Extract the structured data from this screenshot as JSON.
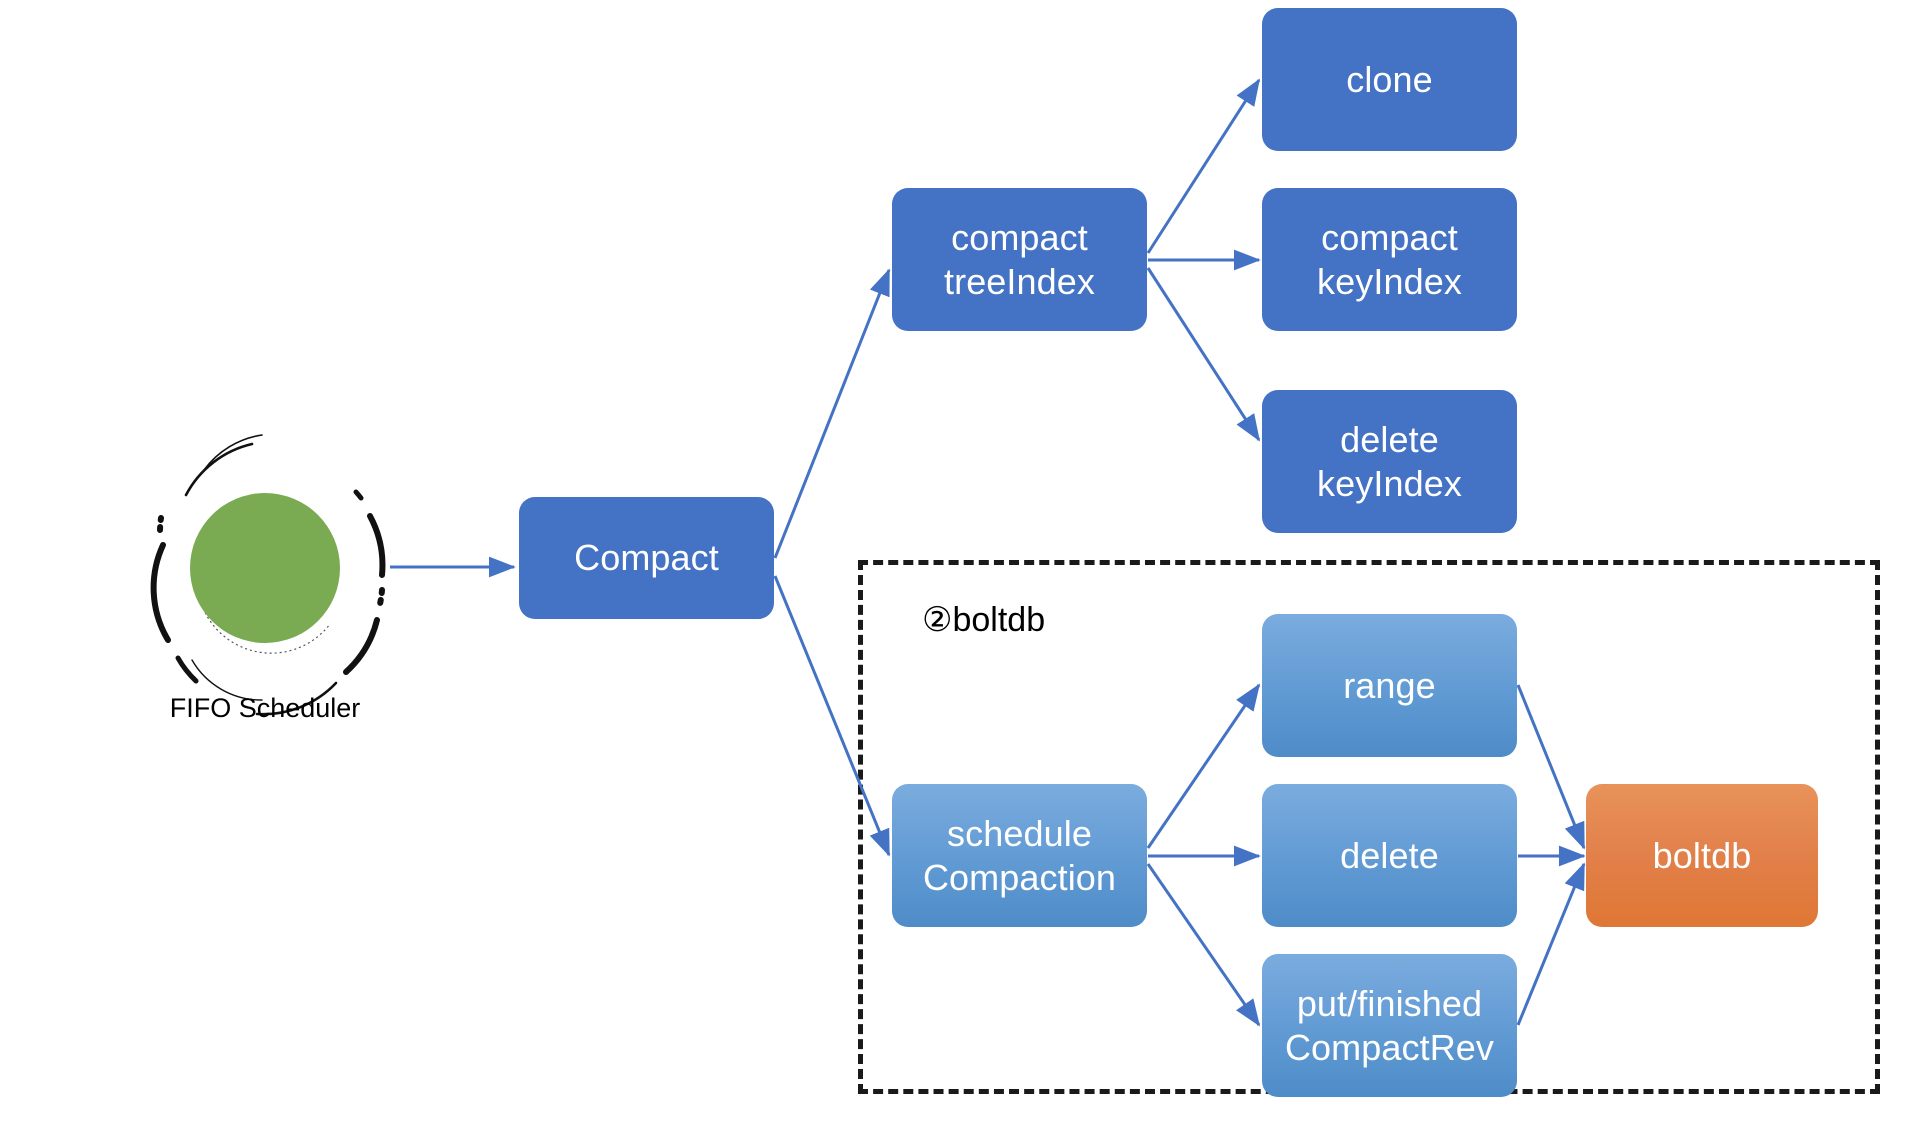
{
  "diagram": {
    "title": "etcd Compact flow",
    "background": "#ffffff",
    "colors": {
      "dark_blue": "#4472C4",
      "light_blue": "#629BD4",
      "orange": "#E2804A",
      "green": "#7AAB52",
      "arrow": "#4472C4",
      "dashed_border": "#1a1a1a"
    }
  },
  "scheduler": {
    "name": "fifo-scheduler",
    "label": "FIFO Scheduler",
    "shape": "circle",
    "color": "#7AAB52"
  },
  "nodes": [
    {
      "id": "compact",
      "label": "Compact",
      "style": "dark-blue"
    },
    {
      "id": "compact-treeindex",
      "label": "compact\ntreeIndex",
      "style": "dark-blue"
    },
    {
      "id": "clone",
      "label": "clone",
      "style": "dark-blue"
    },
    {
      "id": "compact-keyindex",
      "label": "compact\nkeyIndex",
      "style": "dark-blue"
    },
    {
      "id": "delete-keyindex",
      "label": "delete\nkeyIndex",
      "style": "dark-blue"
    },
    {
      "id": "schedule-compaction",
      "label": "schedule\nCompaction",
      "style": "light-blue"
    },
    {
      "id": "range",
      "label": "range",
      "style": "light-blue"
    },
    {
      "id": "delete",
      "label": "delete",
      "style": "light-blue"
    },
    {
      "id": "put-finished",
      "label": "put/finished\nCompactRev",
      "style": "light-blue"
    },
    {
      "id": "boltdb",
      "label": "boltdb",
      "style": "orange"
    }
  ],
  "group": {
    "id": "boltdb-group",
    "marker": "②",
    "label": "boltdb",
    "full_label": "②boltdb",
    "border_style": "dashed"
  },
  "edges": [
    {
      "from": "fifo-scheduler",
      "to": "compact"
    },
    {
      "from": "compact",
      "to": "compact-treeindex"
    },
    {
      "from": "compact",
      "to": "schedule-compaction"
    },
    {
      "from": "compact-treeindex",
      "to": "clone"
    },
    {
      "from": "compact-treeindex",
      "to": "compact-keyindex"
    },
    {
      "from": "compact-treeindex",
      "to": "delete-keyindex"
    },
    {
      "from": "schedule-compaction",
      "to": "range"
    },
    {
      "from": "schedule-compaction",
      "to": "delete"
    },
    {
      "from": "schedule-compaction",
      "to": "put-finished"
    },
    {
      "from": "range",
      "to": "boltdb"
    },
    {
      "from": "delete",
      "to": "boltdb"
    },
    {
      "from": "put-finished",
      "to": "boltdb"
    }
  ]
}
